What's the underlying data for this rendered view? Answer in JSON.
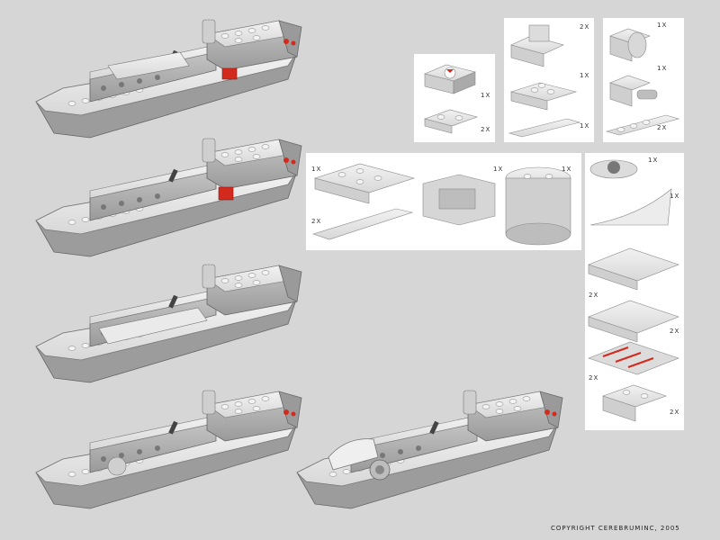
{
  "copyright": "COPYRIGHT CEREBRUMINC, 2005",
  "colors": {
    "background": "#d6d6d6",
    "panel": "#ffffff",
    "brick_light": "#e4e4e4",
    "brick_mid": "#bdbdbd",
    "brick_dark": "#8a8a8a",
    "accent_red": "#d42a1e"
  },
  "panels": {
    "p1": {
      "q1": "1X",
      "q2": "2X"
    },
    "p2": {
      "q1": "2X",
      "q2": "1X",
      "q3": "1X"
    },
    "p3": {
      "q1": "1X",
      "q2": "1X",
      "q3": "2X"
    },
    "p4": {
      "q1": "1X",
      "q2": "1X",
      "q3": "1X",
      "q4": "2X"
    },
    "p5": {
      "q1": "1X",
      "q2": "1X",
      "q3": "2X",
      "q4": "2X",
      "q5": "2X",
      "q6": "2X"
    }
  }
}
